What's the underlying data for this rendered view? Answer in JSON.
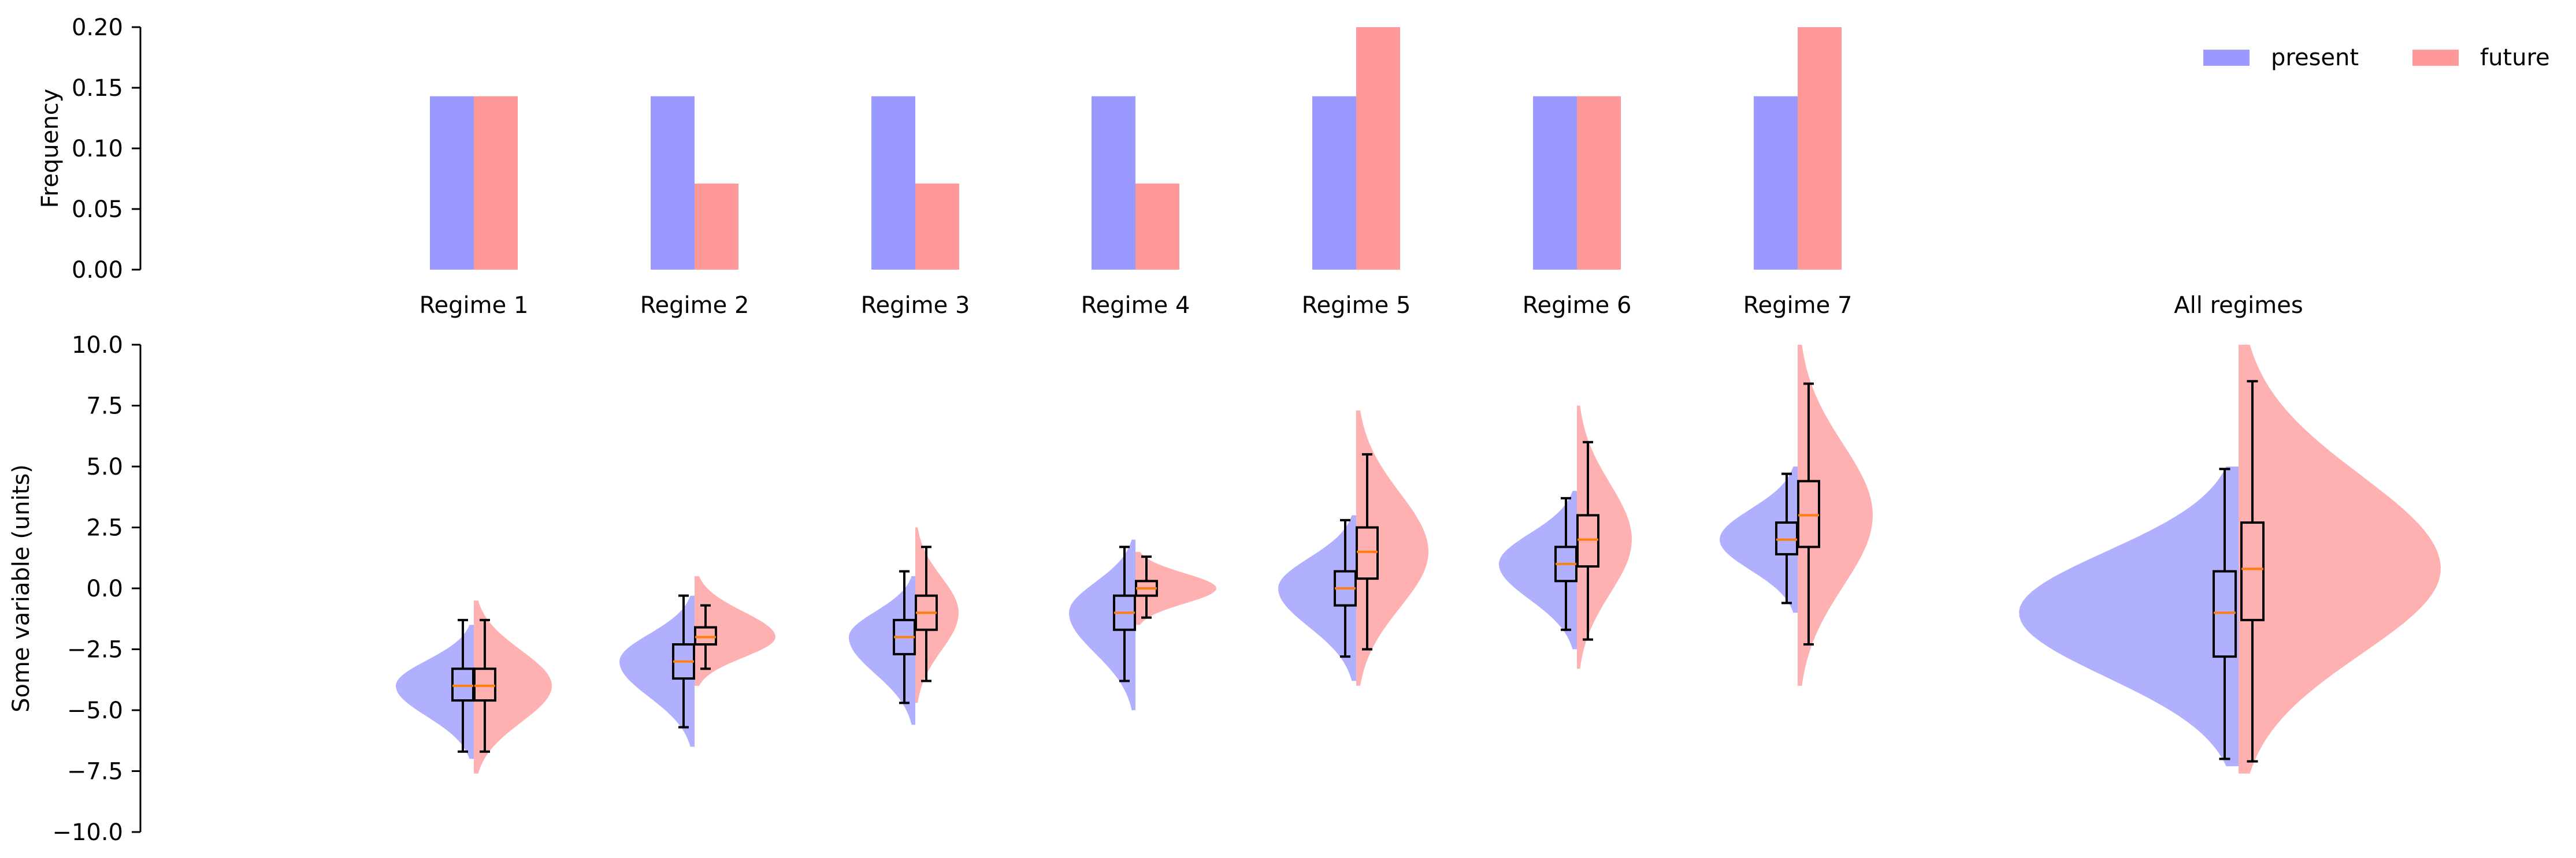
{
  "colors": {
    "present": "#9999ff",
    "future": "#ff9999",
    "present_violin": "#b0b0ff",
    "future_violin": "#ffb0b0",
    "median": "#ff7f0e",
    "box": "#000000"
  },
  "legend": {
    "items": [
      {
        "label": "present",
        "color_key": "present"
      },
      {
        "label": "future",
        "color_key": "future"
      }
    ],
    "placement": "top-right"
  },
  "chart_data": [
    {
      "type": "bar",
      "title": "",
      "ylabel": "Frequency",
      "xlabel": "",
      "ylim": [
        0,
        0.2
      ],
      "yticks": [
        "0.00",
        "0.05",
        "0.10",
        "0.15",
        "0.20"
      ],
      "categories": [
        "Regime 1",
        "Regime 2",
        "Regime 3",
        "Regime 4",
        "Regime 5",
        "Regime 6",
        "Regime 7"
      ],
      "series": [
        {
          "name": "present",
          "values": [
            0.143,
            0.143,
            0.143,
            0.143,
            0.143,
            0.143,
            0.143
          ]
        },
        {
          "name": "future",
          "values": [
            0.143,
            0.071,
            0.071,
            0.071,
            0.2,
            0.143,
            0.2
          ]
        }
      ],
      "grid": false
    },
    {
      "type": "violin",
      "title": "",
      "ylabel": "Some variable (units)",
      "xlabel": "",
      "ylim": [
        -10,
        10
      ],
      "yticks": [
        "10.0",
        "7.5",
        "5.0",
        "2.5",
        "0.0",
        "−2.5",
        "−5.0",
        "−7.5",
        "−10.0"
      ],
      "categories": [
        "Regime 1",
        "Regime 2",
        "Regime 3",
        "Regime 4",
        "Regime 5",
        "Regime 6",
        "Regime 7",
        "All regimes"
      ],
      "series": [
        {
          "name": "present",
          "boxes": [
            {
              "whisker_low": -6.7,
              "q1": -4.6,
              "median": -4.0,
              "q3": -3.3,
              "whisker_high": -1.3,
              "kde_low": -7.0,
              "kde_mode": -4.0,
              "kde_high": -1.5
            },
            {
              "whisker_low": -5.7,
              "q1": -3.7,
              "median": -3.0,
              "q3": -2.3,
              "whisker_high": -0.3,
              "kde_low": -6.5,
              "kde_mode": -3.0,
              "kde_high": -0.3
            },
            {
              "whisker_low": -4.7,
              "q1": -2.7,
              "median": -2.0,
              "q3": -1.3,
              "whisker_high": 0.7,
              "kde_low": -5.6,
              "kde_mode": -2.0,
              "kde_high": 0.5
            },
            {
              "whisker_low": -3.8,
              "q1": -1.7,
              "median": -1.0,
              "q3": -0.3,
              "whisker_high": 1.7,
              "kde_low": -5.0,
              "kde_mode": -1.0,
              "kde_high": 2.0
            },
            {
              "whisker_low": -2.8,
              "q1": -0.7,
              "median": 0.0,
              "q3": 0.7,
              "whisker_high": 2.8,
              "kde_low": -3.8,
              "kde_mode": 0.0,
              "kde_high": 3.0
            },
            {
              "whisker_low": -1.7,
              "q1": 0.3,
              "median": 1.0,
              "q3": 1.7,
              "whisker_high": 3.7,
              "kde_low": -2.5,
              "kde_mode": 1.0,
              "kde_high": 4.0
            },
            {
              "whisker_low": -0.6,
              "q1": 1.4,
              "median": 2.0,
              "q3": 2.7,
              "whisker_high": 4.7,
              "kde_low": -1.0,
              "kde_mode": 2.0,
              "kde_high": 5.0
            },
            {
              "whisker_low": -7.0,
              "q1": -2.8,
              "median": -1.0,
              "q3": 0.7,
              "whisker_high": 4.9,
              "kde_low": -7.3,
              "kde_mode": -1.0,
              "kde_high": 5.0
            }
          ]
        },
        {
          "name": "future",
          "boxes": [
            {
              "whisker_low": -6.7,
              "q1": -4.6,
              "median": -4.0,
              "q3": -3.3,
              "whisker_high": -1.3,
              "kde_low": -7.6,
              "kde_mode": -4.0,
              "kde_high": -0.5
            },
            {
              "whisker_low": -3.3,
              "q1": -2.3,
              "median": -2.0,
              "q3": -1.6,
              "whisker_high": -0.7,
              "kde_low": -4.0,
              "kde_mode": -2.0,
              "kde_high": 0.5
            },
            {
              "whisker_low": -3.8,
              "q1": -1.7,
              "median": -1.0,
              "q3": -0.3,
              "whisker_high": 1.7,
              "kde_low": -4.7,
              "kde_mode": -1.0,
              "kde_high": 2.5
            },
            {
              "whisker_low": -1.2,
              "q1": -0.3,
              "median": 0.0,
              "q3": 0.3,
              "whisker_high": 1.3,
              "kde_low": -1.5,
              "kde_mode": 0.0,
              "kde_high": 1.5
            },
            {
              "whisker_low": -2.5,
              "q1": 0.4,
              "median": 1.5,
              "q3": 2.5,
              "whisker_high": 5.5,
              "kde_low": -4.0,
              "kde_mode": 1.5,
              "kde_high": 7.3
            },
            {
              "whisker_low": -2.1,
              "q1": 0.9,
              "median": 2.0,
              "q3": 3.0,
              "whisker_high": 6.0,
              "kde_low": -3.3,
              "kde_mode": 2.0,
              "kde_high": 7.5
            },
            {
              "whisker_low": -2.3,
              "q1": 1.7,
              "median": 3.0,
              "q3": 4.4,
              "whisker_high": 8.4,
              "kde_low": -4.0,
              "kde_mode": 3.0,
              "kde_high": 10.0
            },
            {
              "whisker_low": -7.1,
              "q1": -1.3,
              "median": 0.8,
              "q3": 2.7,
              "whisker_high": 8.5,
              "kde_low": -7.6,
              "kde_mode": 0.8,
              "kde_high": 10.0
            }
          ]
        }
      ],
      "grid": false
    }
  ]
}
